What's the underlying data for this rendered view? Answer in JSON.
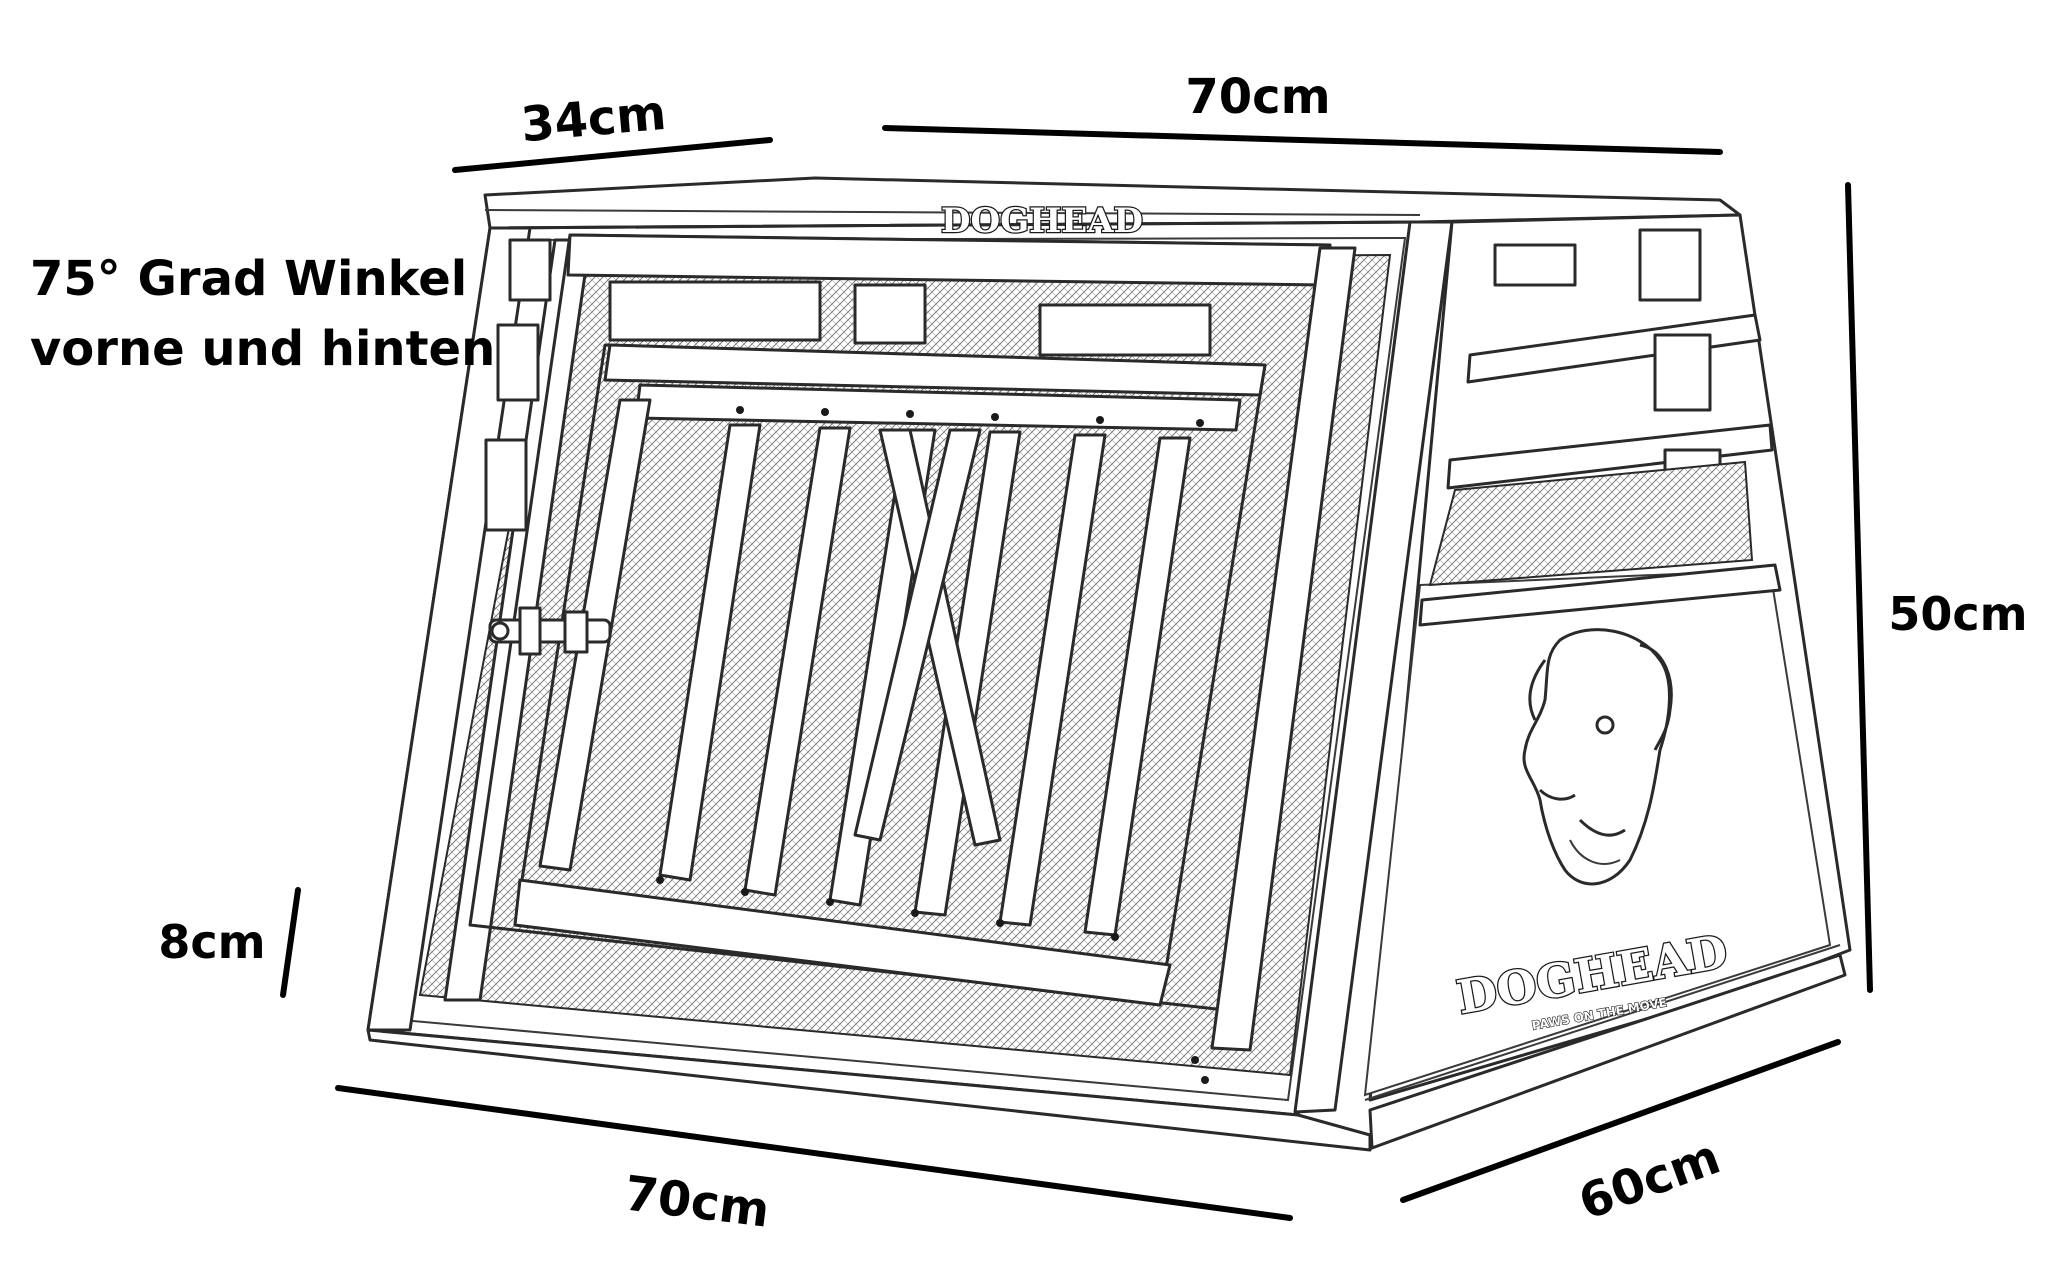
{
  "dimensions": {
    "top_depth": "34cm",
    "top_width": "70cm",
    "height": "50cm",
    "bottom_width": "70cm",
    "bottom_depth": "60cm",
    "floor_height": "8cm"
  },
  "note": {
    "line1": "75° Grad Winkel",
    "line2": "vorne und hinten"
  },
  "brand": {
    "top_logo": "DOGHEAD",
    "side_logo": "DOGHEAD",
    "side_tagline": "PAWS ON THE MOVE"
  },
  "icons": {
    "mascot": "dog-head-icon"
  }
}
